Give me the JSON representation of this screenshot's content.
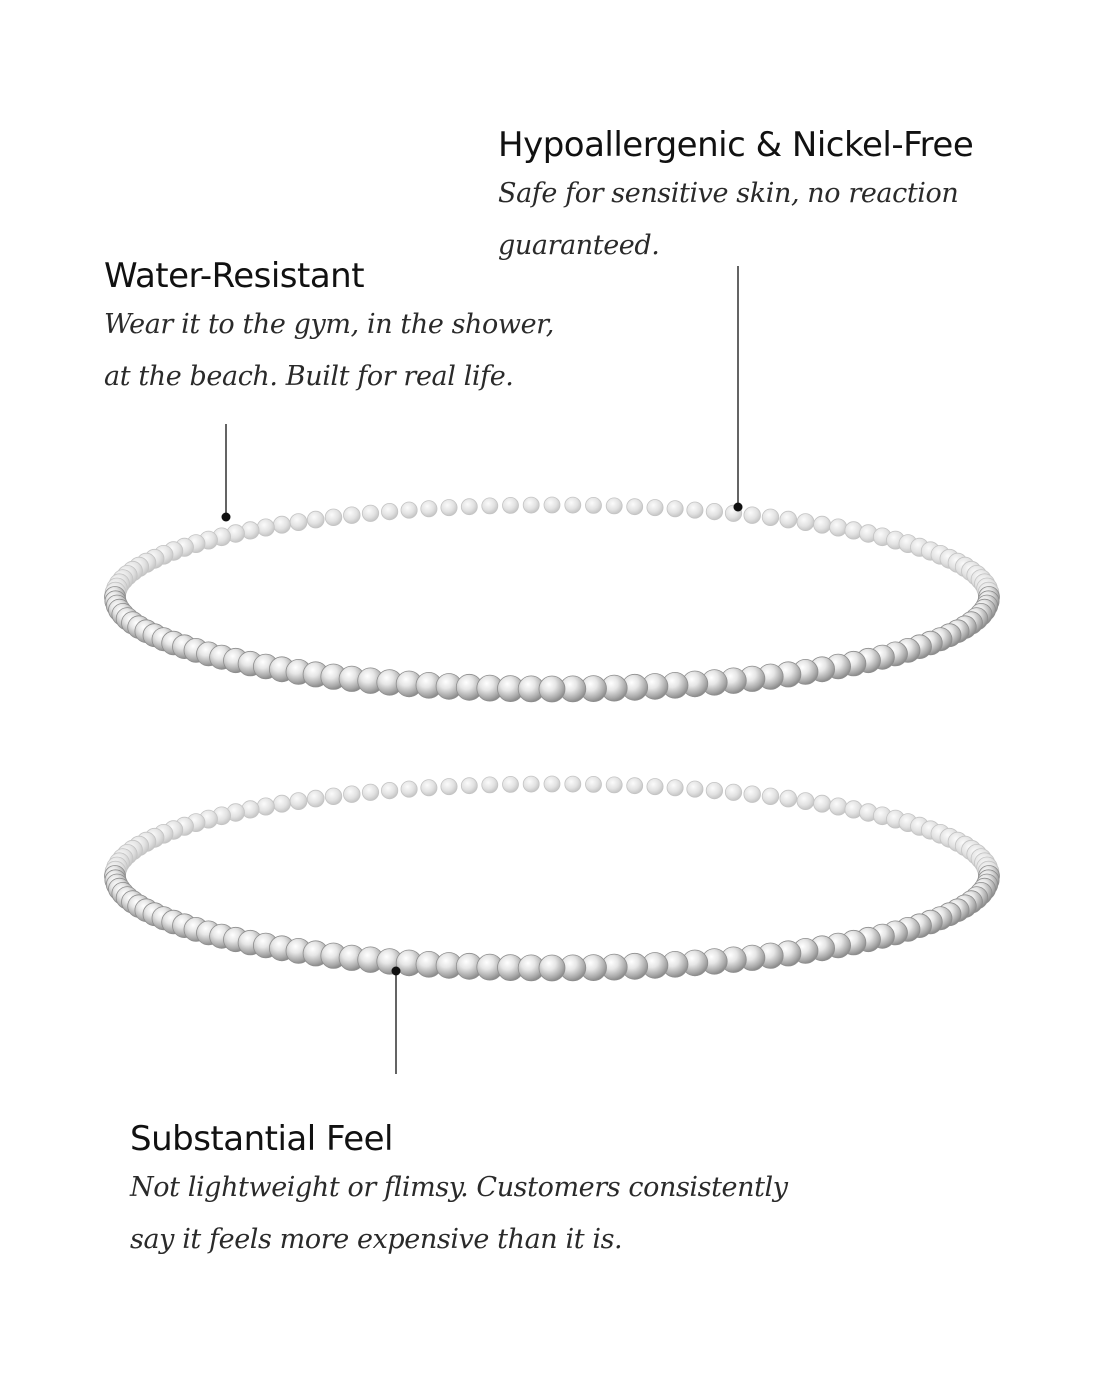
{
  "features": {
    "hypoallergenic": {
      "title": "Hypoallergenic & Nickel-Free",
      "description_line1": "Safe for sensitive skin, no reaction",
      "description_line2": "guaranteed."
    },
    "water_resistant": {
      "title": "Water-Resistant",
      "description_line1": "Wear it to the gym, in the shower,",
      "description_line2": "at the beach. Built for real life."
    },
    "substantial_feel": {
      "title": "Substantial Feel",
      "description_line1": "Not lightweight or flimsy. Customers consistently",
      "description_line2": "say it feels more expensive than it is."
    }
  },
  "colors": {
    "background": "#ffffff",
    "title_text": "#111111",
    "description_text": "#2a2a2a",
    "callout_line": "#222222",
    "bead_silver": "#c9c9c9"
  },
  "images": {
    "bracelet_top": "silver-bead-bracelet-image",
    "bracelet_bottom": "silver-bead-bracelet-image"
  }
}
